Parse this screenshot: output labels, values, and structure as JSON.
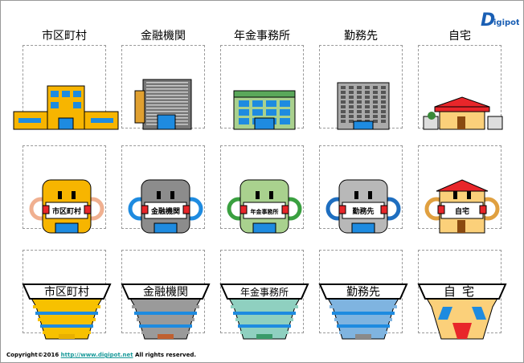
{
  "columns": [
    {
      "name": "市区町村",
      "colors": {
        "body": "#f7b500",
        "accent": "#1e8be0",
        "band": "#f7c100"
      }
    },
    {
      "name": "金融機関",
      "colors": {
        "body": "#8c8c8c",
        "accent": "#1e8be0",
        "band": "#9a9a9a"
      }
    },
    {
      "name": "年金事務所",
      "colors": {
        "body": "#a9d18e",
        "accent": "#1e8be0",
        "band": "#8fd0c0"
      }
    },
    {
      "name": "勤務先",
      "colors": {
        "body": "#b8b8b8",
        "accent": "#1e8be0",
        "band": "#7fb4e0"
      }
    },
    {
      "name": "自宅",
      "colors": {
        "body": "#fbd07a",
        "accent": "#e8262a",
        "band": "#fbc86a"
      }
    }
  ],
  "logo": {
    "text": "Digipot"
  },
  "footer": {
    "copyright_prefix": "Copyright©2016 ",
    "link": "http://www.digipot.net",
    "suffix": " All rights reserved."
  }
}
